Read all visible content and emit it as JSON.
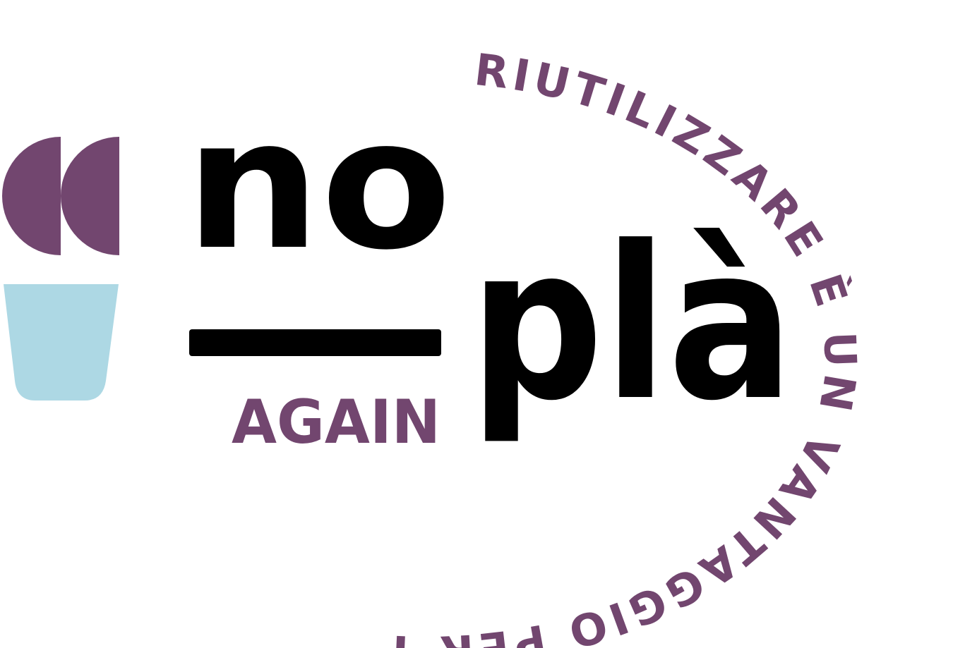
{
  "logo": {
    "word_no": "no",
    "word_pla": "plà",
    "word_again": "AGAIN",
    "slogan": "RIUTILIZZARE È UN VANTAGGIO PER TUTTI"
  },
  "colors": {
    "purple": "#72466F",
    "light_blue": "#ADD8E4",
    "black": "#000000",
    "background": "#FFFFFF"
  },
  "icons": {
    "mark": "cup-with-quote-marks-icon"
  }
}
